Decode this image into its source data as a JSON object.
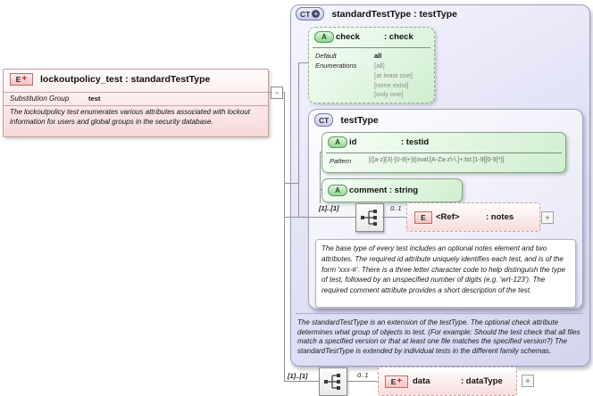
{
  "left_element": {
    "icon_label": "E",
    "icon_plus": "+",
    "title": "lockoutpolicy_test : standardTestType",
    "substitution_group_label": "Substitution Group",
    "substitution_group_value": "test",
    "annotation": "The lockoutpolicy test enumerates various attributes associated with lockout information for users and global groups in the security database."
  },
  "connector": {
    "collapse_label": "−"
  },
  "standard_test_type": {
    "icon_label": "CT",
    "icon_plus": "+",
    "title": "standardTestType : testType",
    "check_attribute": {
      "icon_label": "A",
      "name": "check",
      "type": ": check",
      "default_label": "Default",
      "default_value": "all",
      "enumerations_label": "Enumerations",
      "enumerations": [
        "[all]",
        "[at least one]",
        "[none exist]",
        "[only one]"
      ]
    },
    "test_type": {
      "icon_label": "CT",
      "title": "testType",
      "id_attribute": {
        "icon_label": "A",
        "name": "id",
        "type": ": testid",
        "pattern_label": "Pattern",
        "pattern_value": "[([a-z]{3}-[0-9]+)|(oval:[A-Za-z\\-\\.]+:tst:[1-9][0-9]*)]"
      },
      "comment_attribute": {
        "icon_label": "A",
        "name": "comment : string"
      },
      "sequence": {
        "cardinality": "[1]..[1]",
        "child_cardinality": "0..1",
        "notes_element": {
          "icon_label": "E",
          "name": "<Ref>",
          "type": ": notes",
          "expand_label": "+"
        }
      },
      "annotation": "The base type of every test includes an optional notes element and two attributes.  The required id attribute uniquely identifies each test, and is of the form 'xxx-#'.  There is a three letter character code to help distinguish the type of test, followed by an unspecified number of digits (e.g. 'wrt-123').  The required comment attribute provides a short description of the test."
    },
    "annotation": "The standardTestType is an extension of the testType.  The optional check attribute determines what group of objects to test.  (For example: Should the test check that all files match a specified version or that at least one file matches the specified version?)  The standardTestType is extended by individual tests in the different family schemas."
  },
  "bottom_sequence": {
    "cardinality": "[1]..[1]",
    "child_cardinality": "0..1",
    "data_element": {
      "icon_label": "E",
      "icon_plus": "+",
      "name": "data",
      "type": ": dataType",
      "expand_label": "+"
    }
  },
  "colors": {
    "element_pink": "#f6d9d9",
    "complex_type_lavender": "#d4d4f0",
    "attribute_green": "#cfeecf",
    "connector_gray": "#8f8f9f"
  }
}
